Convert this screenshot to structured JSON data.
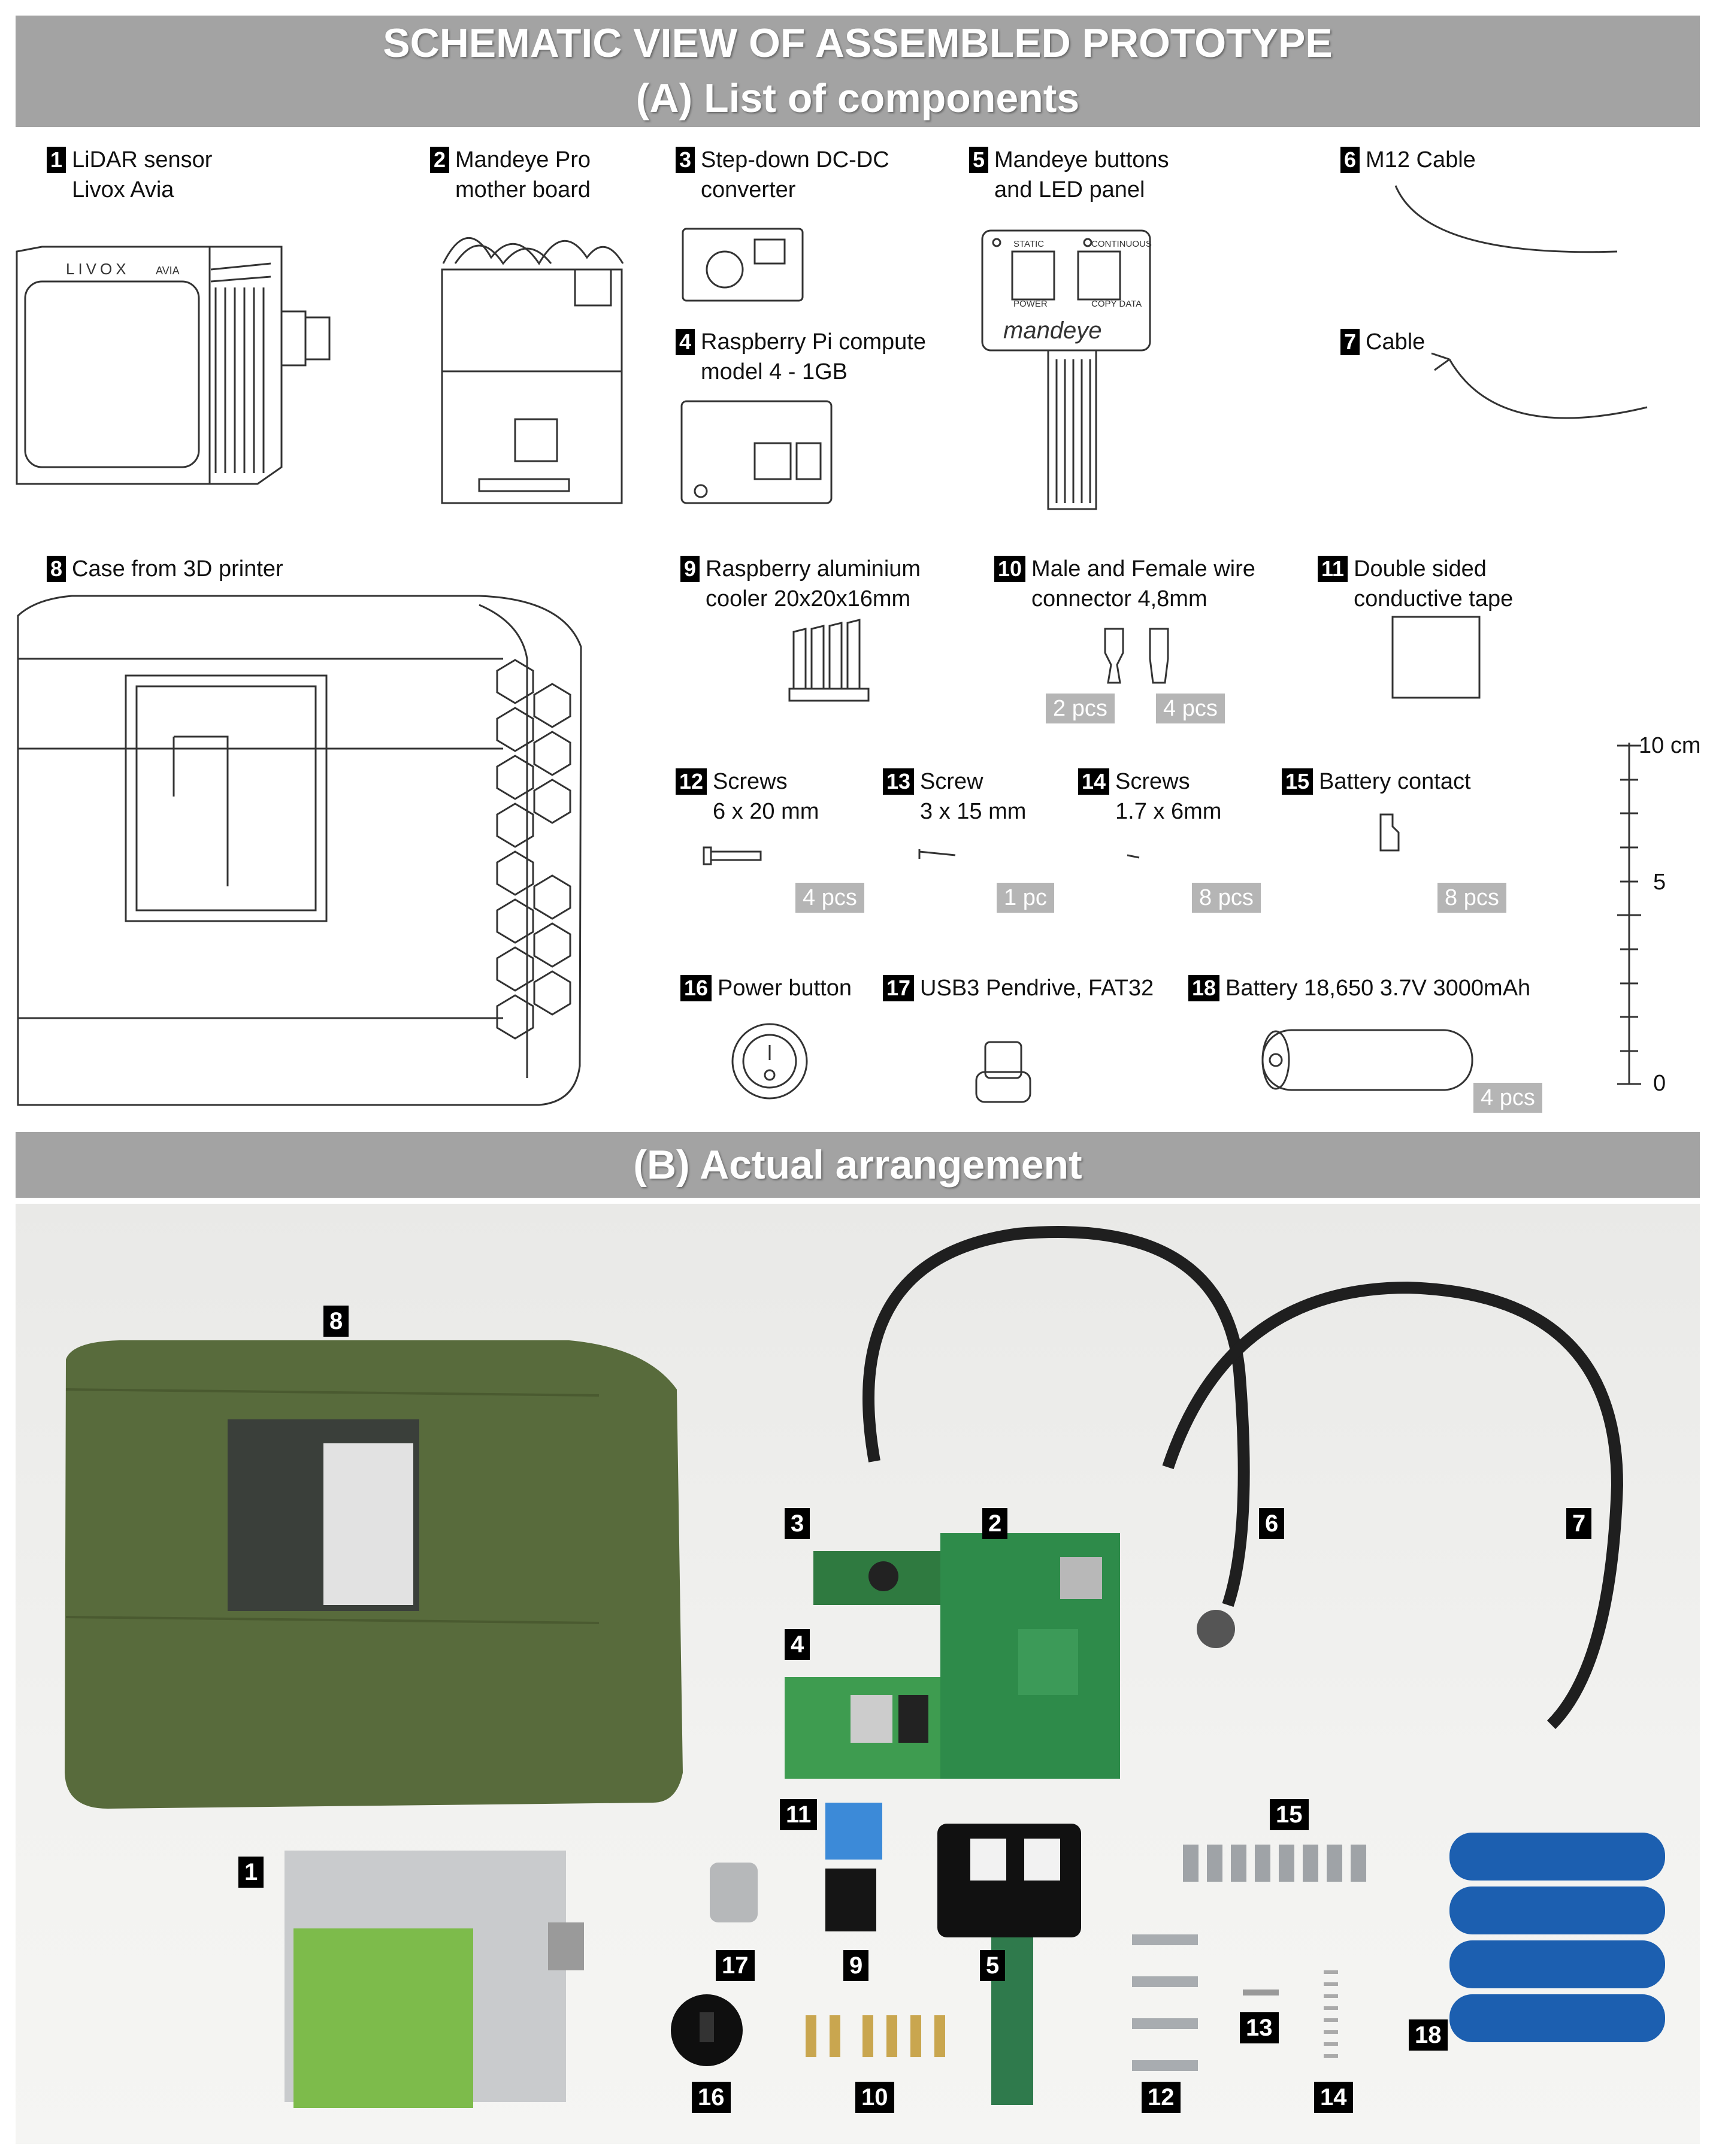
{
  "header": {
    "title": "SCHEMATIC VIEW OF ASSEMBLED PROTOTYPE",
    "section_a": "(A) List of components",
    "section_b": "(B) Actual arrangement"
  },
  "components": [
    {
      "num": "1",
      "line1": "LiDAR sensor",
      "line2": "Livox Avia"
    },
    {
      "num": "2",
      "line1": "Mandeye Pro",
      "line2": "mother board"
    },
    {
      "num": "3",
      "line1": "Step-down DC-DC",
      "line2": "converter"
    },
    {
      "num": "4",
      "line1": "Raspberry Pi compute",
      "line2": "model 4 - 1GB"
    },
    {
      "num": "5",
      "line1": "Mandeye buttons",
      "line2": "and LED panel"
    },
    {
      "num": "6",
      "line1": "M12 Cable",
      "line2": ""
    },
    {
      "num": "7",
      "line1": "Cable",
      "line2": ""
    },
    {
      "num": "8",
      "line1": "Case from 3D printer",
      "line2": ""
    },
    {
      "num": "9",
      "line1": "Raspberry aluminium",
      "line2": "cooler 20x20x16mm"
    },
    {
      "num": "10",
      "line1": "Male and Female wire",
      "line2": "connector 4,8mm"
    },
    {
      "num": "11",
      "line1": "Double sided",
      "line2": "conductive tape"
    },
    {
      "num": "12",
      "line1": "Screws",
      "line2": "6 x 20 mm"
    },
    {
      "num": "13",
      "line1": "Screw",
      "line2": "3 x 15 mm"
    },
    {
      "num": "14",
      "line1": "Screws",
      "line2": "1.7 x 6mm"
    },
    {
      "num": "15",
      "line1": "Battery contact",
      "line2": ""
    },
    {
      "num": "16",
      "line1": "Power button",
      "line2": ""
    },
    {
      "num": "17",
      "line1": "USB3 Pendrive, FAT32",
      "line2": ""
    },
    {
      "num": "18",
      "line1": "Battery 18,650 3.7V 3000mAh",
      "line2": ""
    }
  ],
  "quantities": {
    "connector_male": "2 pcs",
    "connector_female": "4 pcs",
    "screws_12": "4 pcs",
    "screw_13": "1 pc",
    "screws_14": "8 pcs",
    "battery_contact": "8 pcs",
    "battery": "4 pcs"
  },
  "scale": {
    "top": "10 cm",
    "mid": "5",
    "bottom": "0"
  },
  "drawing_text": {
    "livox": "LIVOX",
    "avia": "AVIA",
    "static": "STATIC",
    "continuous": "CONTINUOUS",
    "power": "POWER",
    "copy_data": "COPY DATA",
    "mandeye": "mandeye"
  },
  "photo_labels": [
    "8",
    "3",
    "2",
    "6",
    "7",
    "4",
    "11",
    "15",
    "1",
    "17",
    "9",
    "5",
    "13",
    "18",
    "16",
    "10",
    "12",
    "14"
  ],
  "colors": {
    "banner": "#a3a3a3",
    "case_green": "#55693a",
    "badge": "#000000",
    "qty": "#b5b5b5",
    "battery_blue": "#1c5fb0",
    "pcb_green": "#2e8b4a"
  }
}
